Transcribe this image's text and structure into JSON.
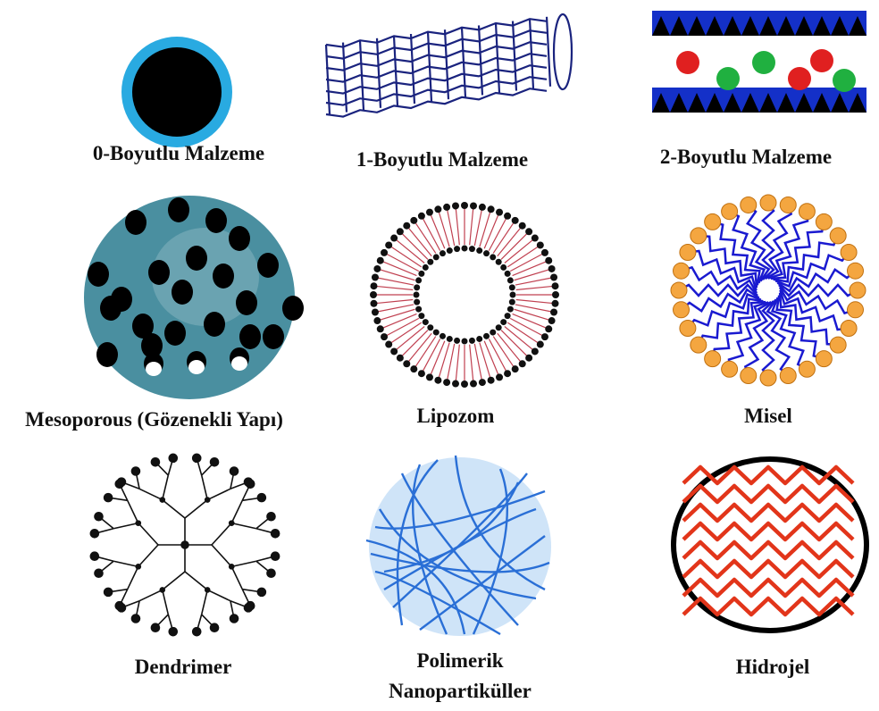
{
  "labels": {
    "zero_d": "0-Boyutlu Malzeme",
    "one_d": "1-Boyutlu Malzeme",
    "two_d": "2-Boyutlu Malzeme",
    "mesoporous": "Mesoporous (Gözenekli Yapı)",
    "liposome": "Lipozom",
    "micelle": "Misel",
    "dendrimer": "Dendrimer",
    "polymeric_line1": "Polimerik",
    "polymeric_line2": "Nanopartiküller",
    "hydrogel": "Hidrojel"
  },
  "colors": {
    "zero_d_ring": "#29aae1",
    "zero_d_core": "#000000",
    "nanotube": "#1a237e",
    "layer_blue": "#1430c8",
    "sphere_red": "#e02020",
    "sphere_green": "#20b040",
    "mesoporous_fill": "#4a8fa0",
    "liposome_head": "#111111",
    "liposome_tail": "#c04050",
    "micelle_head": "#f4a640",
    "micelle_tail": "#1a1ad0",
    "dendrimer": "#111111",
    "polymer": "#2a6fd6",
    "hydrogel_mesh": "#e2351a",
    "hydrogel_ring": "#000000"
  }
}
